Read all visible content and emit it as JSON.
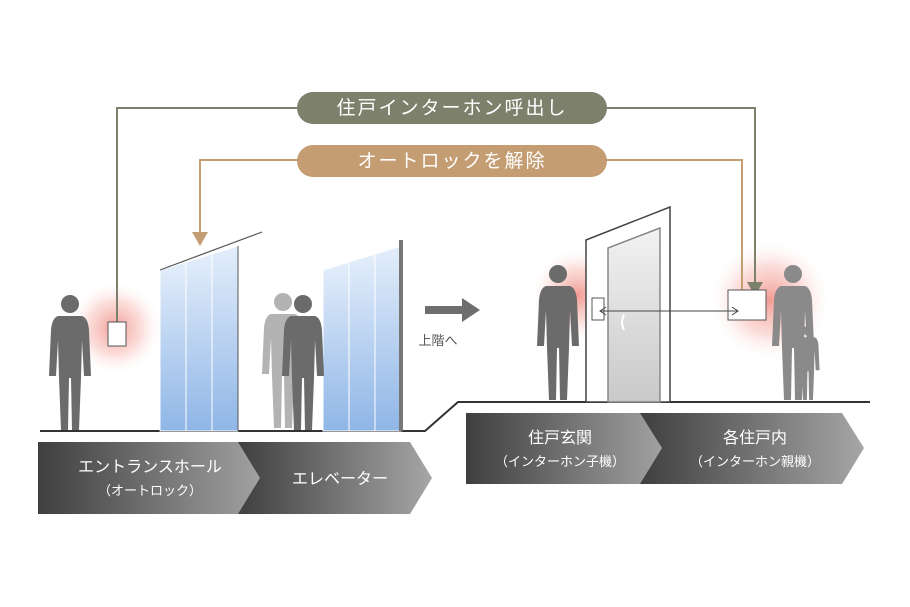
{
  "callouts": {
    "intercom_call": "住戸インターホン呼出し",
    "unlock": "オートロックを解除"
  },
  "arrow_label": "上階へ",
  "steps": [
    {
      "title": "エントランスホール",
      "sub": "（オートロック）"
    },
    {
      "title": "エレベーター",
      "sub": ""
    },
    {
      "title": "住戸玄関",
      "sub": "（インターホン子機）"
    },
    {
      "title": "各住戸内",
      "sub": "（インターホン親機）"
    }
  ],
  "colors": {
    "call_line": "#7d806a",
    "unlock_line": "#c49d72",
    "band_dark": "#4a4a4a",
    "band_light": "#9a9a9a",
    "glow": "#f08a80",
    "glass": "#a9c8ec"
  }
}
